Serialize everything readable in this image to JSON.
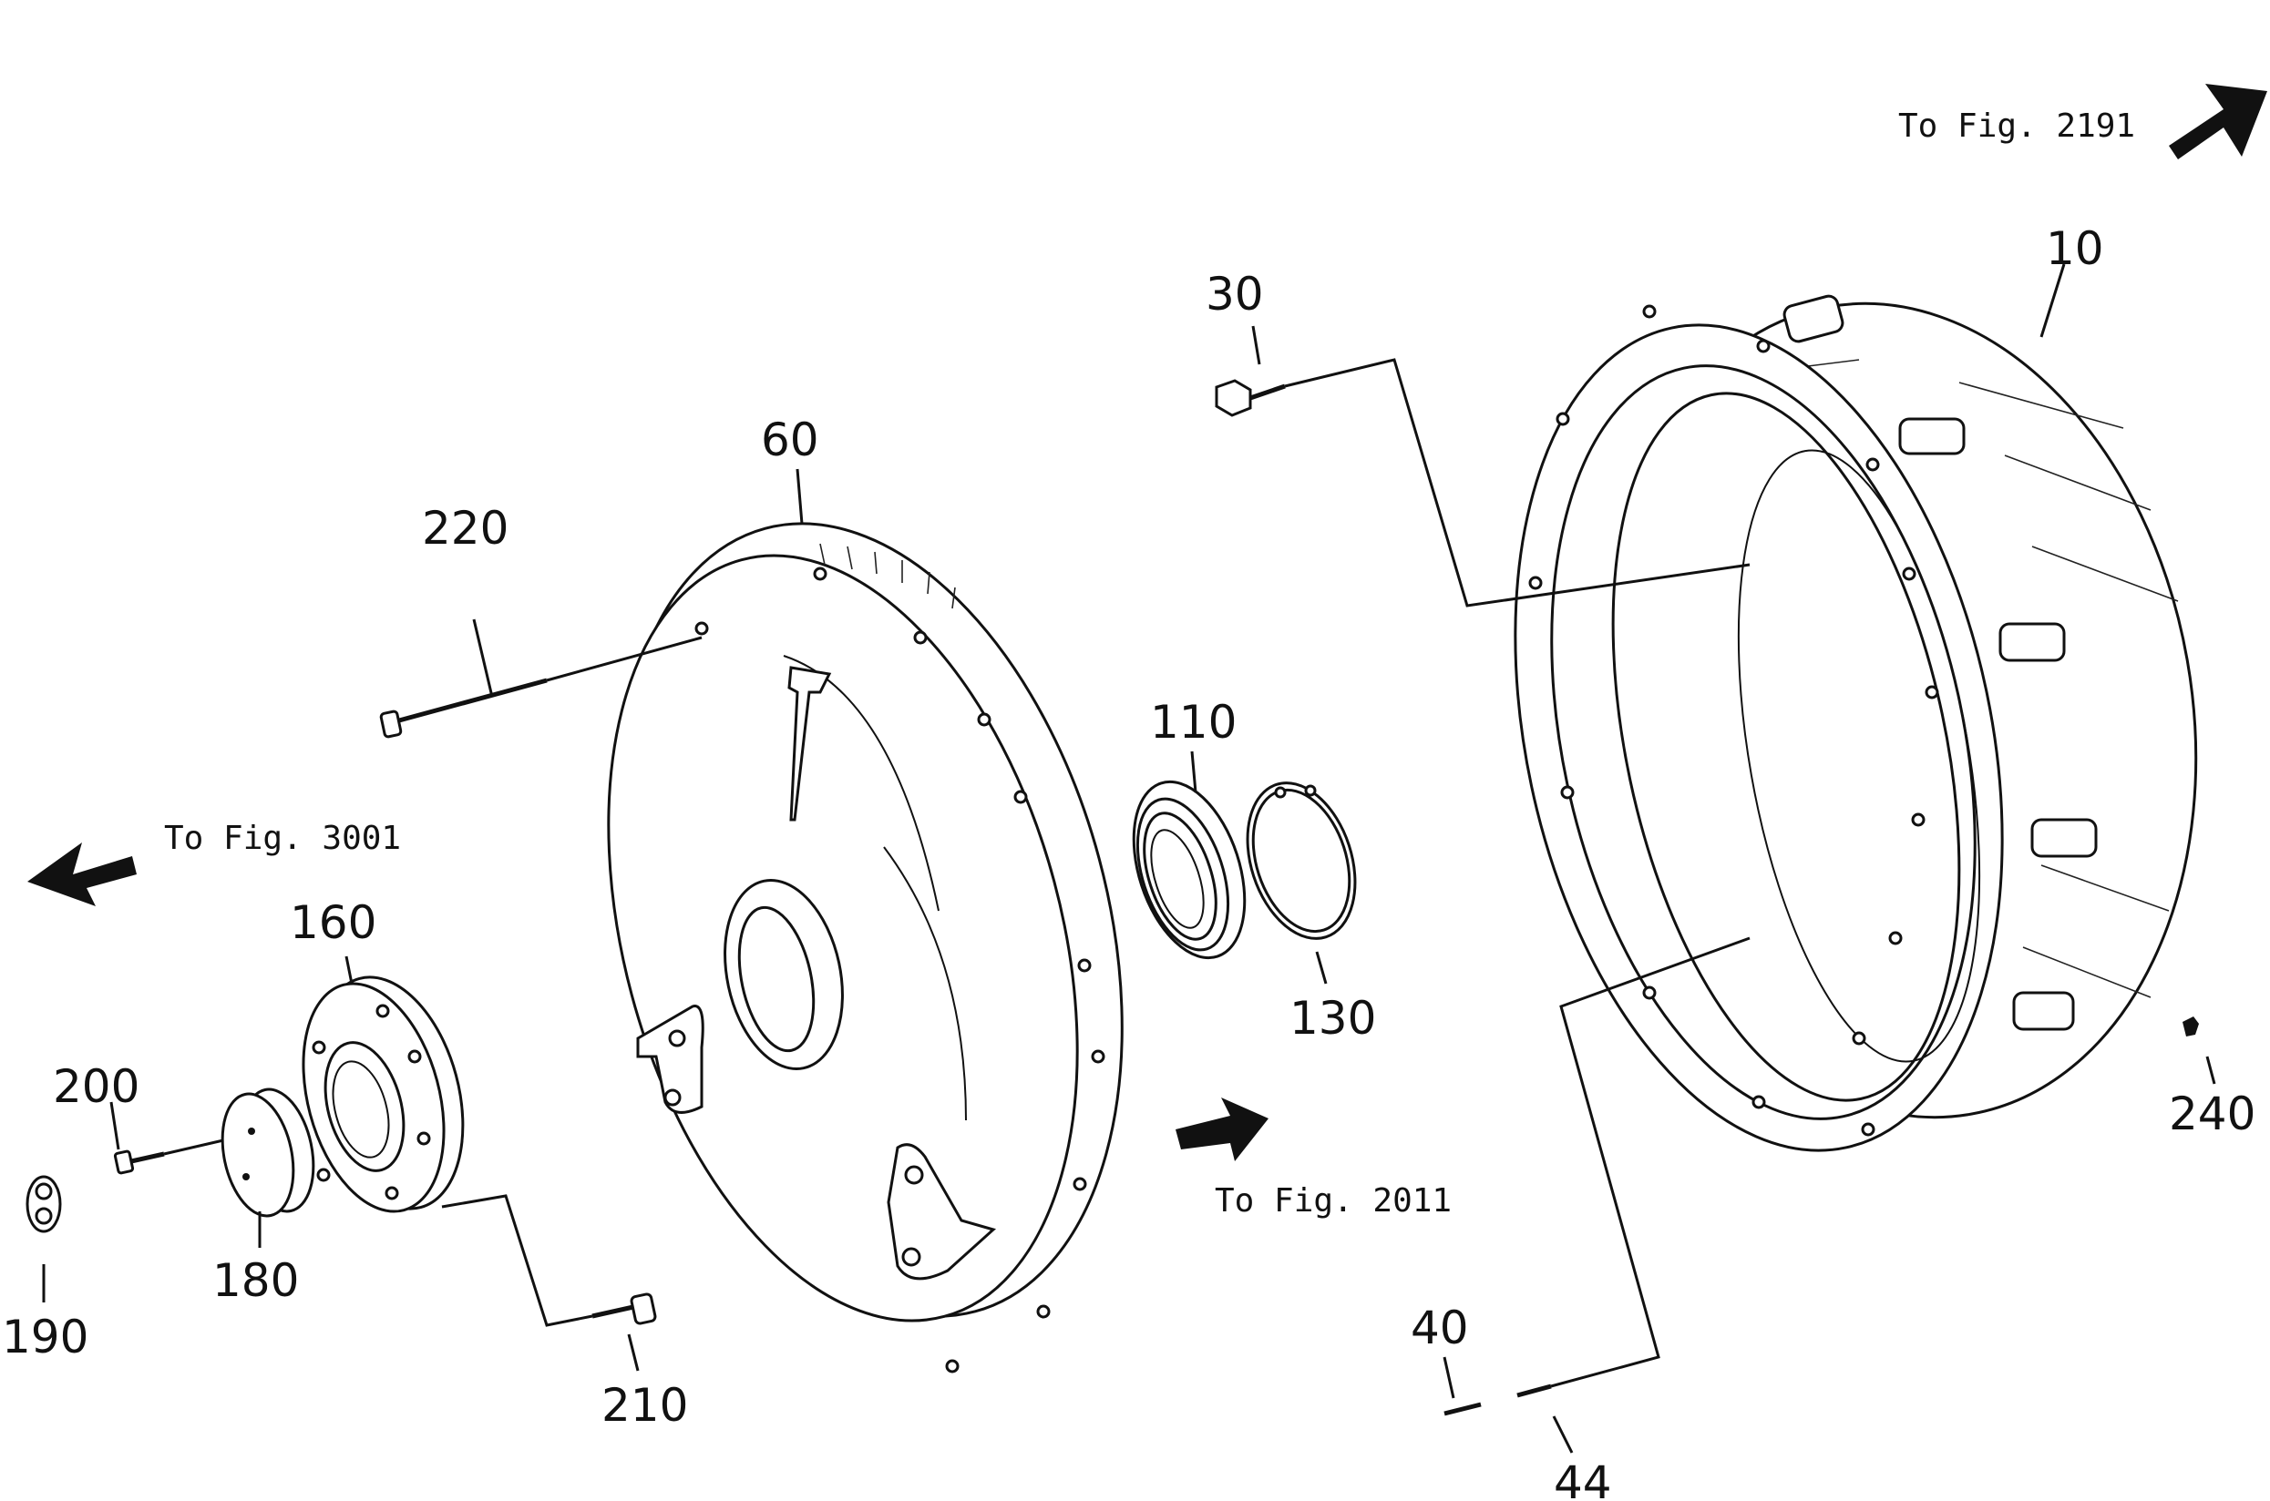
{
  "callouts": {
    "c10": "10",
    "c30": "30",
    "c40": "40",
    "c44": "44",
    "c60": "60",
    "c110": "110",
    "c130": "130",
    "c160": "160",
    "c180": "180",
    "c190": "190",
    "c200": "200",
    "c210": "210",
    "c220": "220",
    "c240": "240"
  },
  "figure_refs": {
    "fig2191": "To  Fig.  2191",
    "fig3001": "To  Fig.  3001",
    "fig2011": "To  Fig.  2011"
  }
}
